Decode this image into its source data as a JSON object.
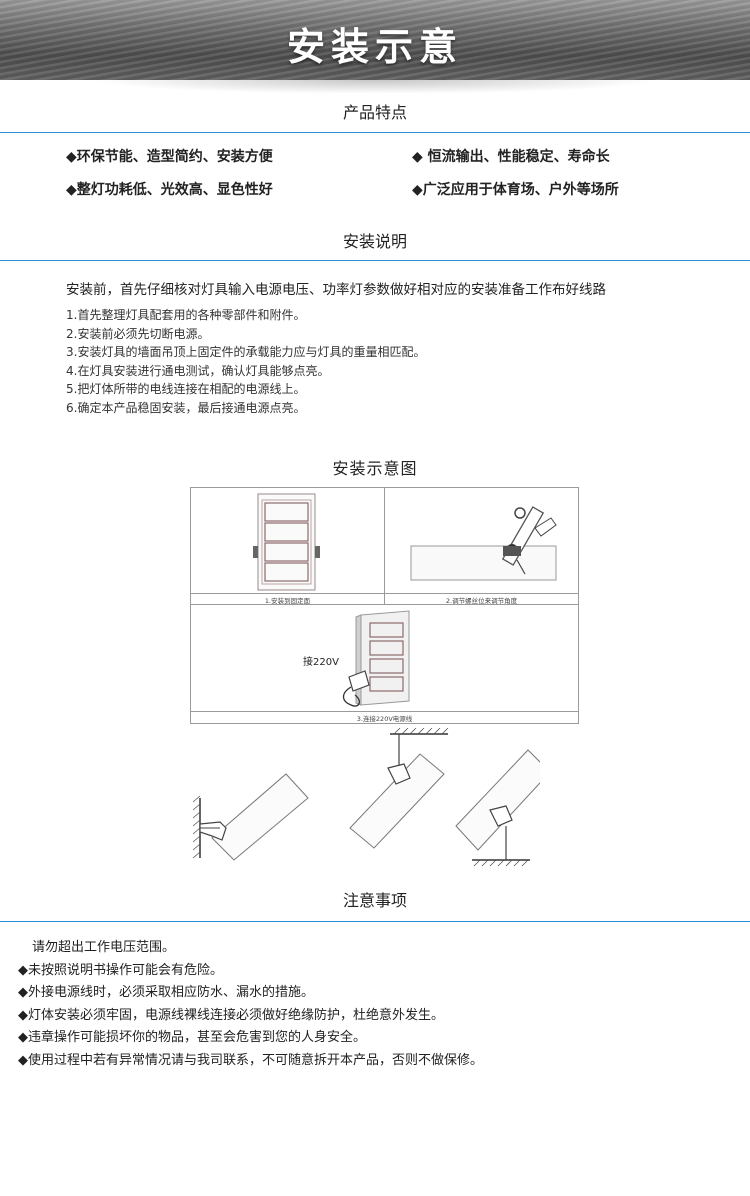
{
  "banner": {
    "title": "安装示意"
  },
  "features": {
    "title": "产品特点",
    "items": [
      "◆环保节能、造型简约、安装方便",
      "◆ 恒流输出、性能稳定、寿命长",
      "◆整灯功耗低、光效高、显色性好",
      "◆广泛应用于体育场、户外等场所"
    ]
  },
  "installation": {
    "title": "安装说明",
    "lead": "安装前，首先仔细核对灯具输入电源电压、功率灯参数做好相对应的安装准备工作布好线路",
    "steps": [
      "1.首先整理灯具配套用的各种零部件和附件。",
      "2.安装前必须先切断电源。",
      "3.安装灯具的墙面吊顶上固定件的承载能力应与灯具的重量相匹配。",
      "4.在灯具安装进行通电测试，确认灯具能够点亮。",
      "5.把灯体所带的电线连接在相配的电源线上。",
      "6.确定本产品稳固安装，最后接通电源点亮。"
    ]
  },
  "diagram": {
    "title": "安装示意图",
    "panel1_caption": "1.安装到固定面",
    "panel2_caption": "2.调节螺丝位来调节角度",
    "panel3_caption": "3.连接220V电源线",
    "voltage_label": "接220V"
  },
  "notes": {
    "title": "注意事项",
    "items": [
      "请勿超出工作电压范围。",
      "◆未按照说明书操作可能会有危险。",
      "◆外接电源线时，必须采取相应防水、漏水的措施。",
      "◆灯体安装必须牢固，电源线裸线连接必须做好绝缘防护，杜绝意外发生。",
      "◆违章操作可能损坏你的物品，甚至会危害到您的人身安全。",
      "◆使用过程中若有异常情况请与我司联系，不可随意拆开本产品，否则不做保修。"
    ]
  }
}
